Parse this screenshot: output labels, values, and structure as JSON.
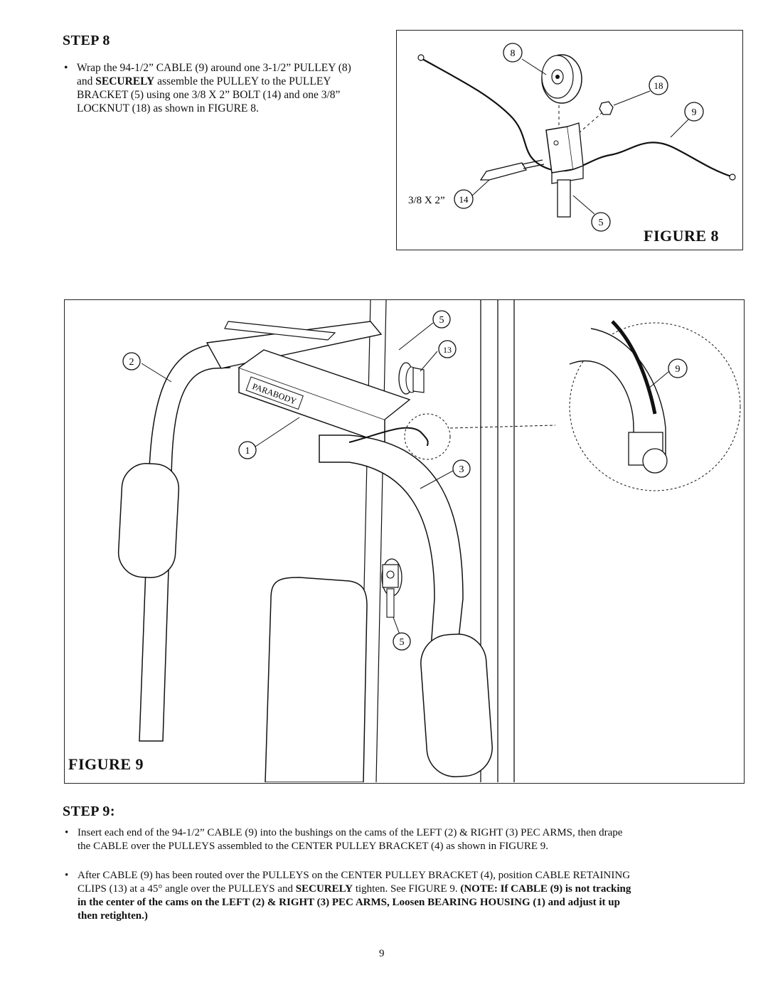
{
  "step8": {
    "heading": "STEP 8",
    "bullet_1a": "Wrap the 94-1/2” CABLE (9) around one 3-1/2” PULLEY (8)",
    "bullet_1b_pre": "and ",
    "bullet_1b_bold": "SECURELY",
    "bullet_1b_post": " assemble the PULLEY to the PULLEY",
    "bullet_1c": "BRACKET (5) using one 3/8 X 2” BOLT (14) and one 3/8”",
    "bullet_1d": "LOCKNUT (18) as shown in FIGURE 8."
  },
  "figure8": {
    "label": "FIGURE 8",
    "bolt_label": "3/8 X 2”",
    "callouts": [
      "8",
      "18",
      "9",
      "14",
      "5"
    ]
  },
  "figure9": {
    "label": "FIGURE 9",
    "brand": "PARABODY",
    "callouts": [
      "2",
      "5",
      "13",
      "1",
      "3",
      "5",
      "9"
    ]
  },
  "step9": {
    "heading": "STEP 9:",
    "bullet_1a": "Insert each end of the 94-1/2” CABLE (9) into the bushings on the cams of the LEFT (2) & RIGHT (3) PEC ARMS, then drape",
    "bullet_1b": "the CABLE over the PULLEYS assembled to the CENTER PULLEY BRACKET (4) as shown in FIGURE 9.",
    "bullet_2a": "After CABLE (9) has been routed over the PULLEYS on the CENTER PULLEY BRACKET (4), position CABLE RETAINING",
    "bullet_2b_pre": "CLIPS (13) at a 45° angle over the PULLEYS and ",
    "bullet_2b_bold1": "SECURELY",
    "bullet_2b_mid": " tighten. See FIGURE 9. ",
    "bullet_2b_bold2": "(NOTE: If CABLE (9) is not tracking",
    "bullet_2c_bold": "in the center of the cams on the LEFT (2) & RIGHT (3) PEC ARMS, Loosen BEARING HOUSING (1) and adjust it up",
    "bullet_2d_bold": "then retighten.)"
  },
  "page_number": "9"
}
